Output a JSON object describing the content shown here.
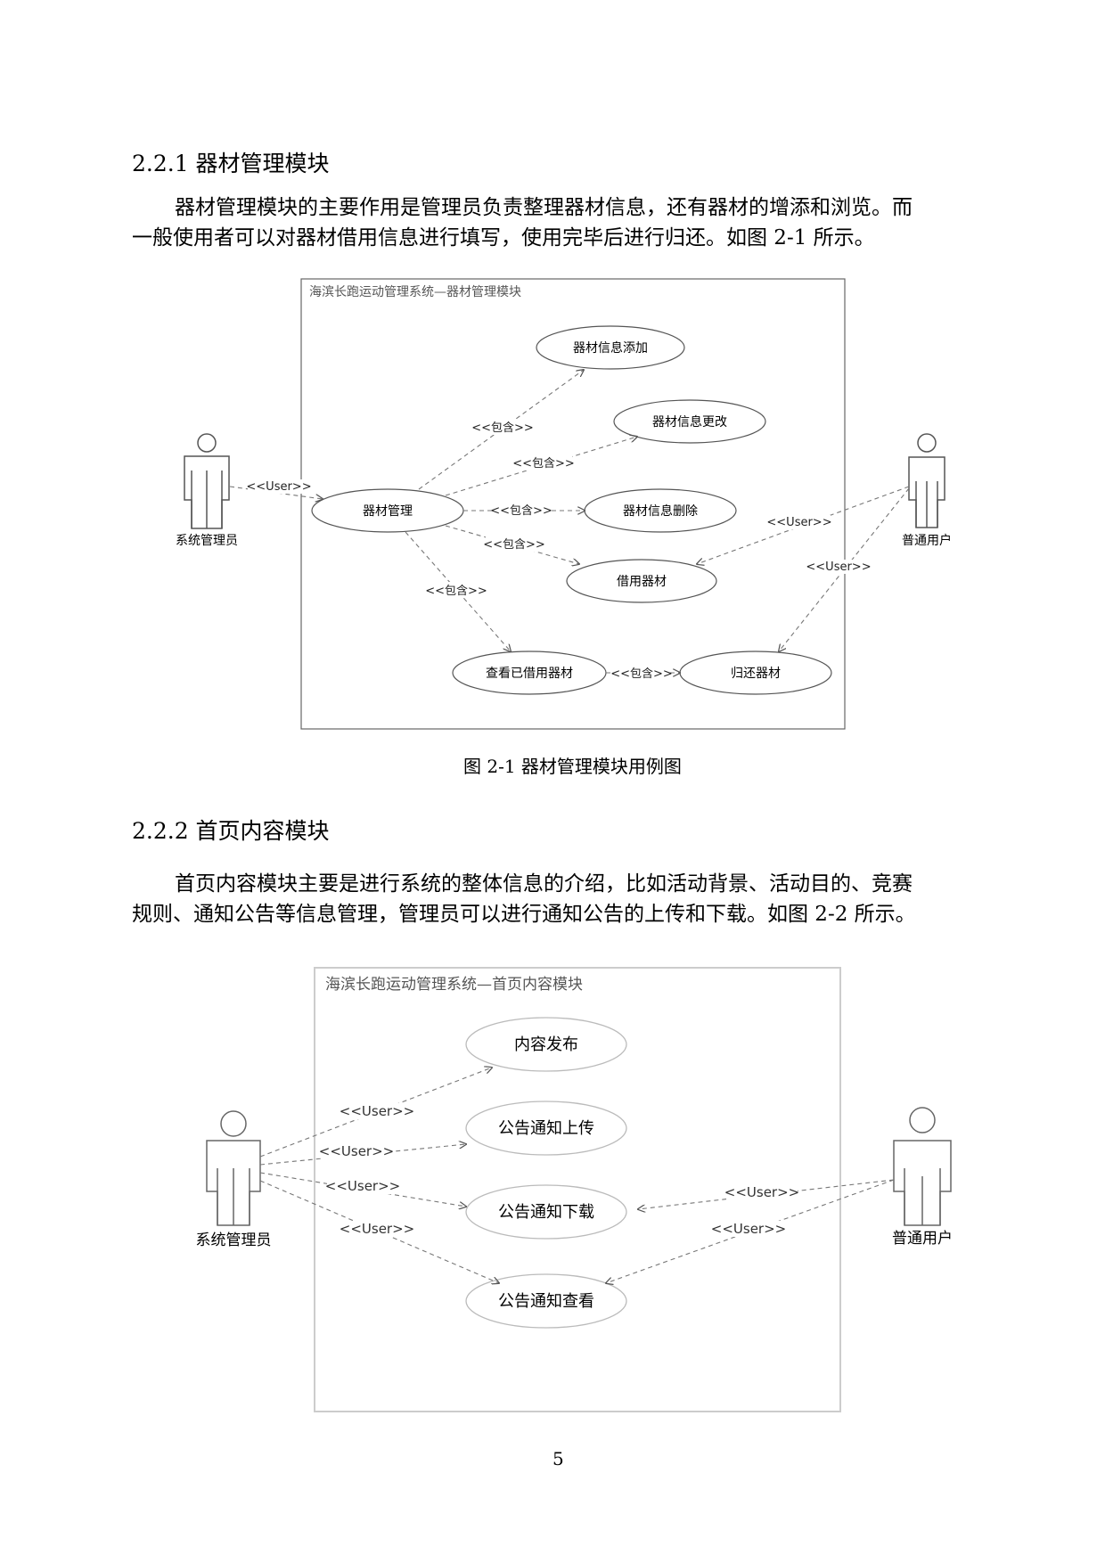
{
  "section1": {
    "heading": "2.2.1  器材管理模块",
    "para_line1": "器材管理模块的主要作用是管理员负责整理器材信息，还有器材的增添和浏览。而",
    "para_line2": "一般使用者可以对器材借用信息进行填写，使用完毕后进行归还。如图 2-1 所示。",
    "figure": {
      "system_title": "海滨长跑运动管理系统—器材管理模块",
      "caption": "图 2-1  器材管理模块用例图",
      "actors": [
        {
          "id": "admin",
          "label": "系统管理员"
        },
        {
          "id": "user",
          "label": "普通用户"
        }
      ],
      "use_cases": [
        {
          "id": "add",
          "label": "器材信息添加"
        },
        {
          "id": "modify",
          "label": "器材信息更改"
        },
        {
          "id": "manage",
          "label": "器材管理"
        },
        {
          "id": "delete",
          "label": "器材信息删除"
        },
        {
          "id": "borrow",
          "label": "借用器材"
        },
        {
          "id": "view_borrowed",
          "label": "查看已借用器材"
        },
        {
          "id": "return",
          "label": "归还器材"
        }
      ],
      "relations": [
        {
          "from": "admin",
          "to": "manage",
          "label": "<<User>>"
        },
        {
          "from": "manage",
          "to": "add",
          "label": "<<包含>>"
        },
        {
          "from": "manage",
          "to": "modify",
          "label": "<<包含>>"
        },
        {
          "from": "manage",
          "to": "delete",
          "label": "<<包含>>"
        },
        {
          "from": "manage",
          "to": "borrow",
          "label": "<<包含>>"
        },
        {
          "from": "manage",
          "to": "view_borrowed",
          "label": "<<包含>>"
        },
        {
          "from": "view_borrowed",
          "to": "return",
          "label": "<<包含>>"
        },
        {
          "from": "user",
          "to": "borrow",
          "label": "<<User>>"
        },
        {
          "from": "user",
          "to": "return",
          "label": "<<User>>"
        }
      ]
    }
  },
  "section2": {
    "heading": "2.2.2  首页内容模块",
    "para_line1": "首页内容模块主要是进行系统的整体信息的介绍，比如活动背景、活动目的、竞赛",
    "para_line2": "规则、通知公告等信息管理，管理员可以进行通知公告的上传和下载。如图 2-2 所示。",
    "figure": {
      "system_title": "海滨长跑运动管理系统—首页内容模块",
      "actors": [
        {
          "id": "admin",
          "label": "系统管理员"
        },
        {
          "id": "user",
          "label": "普通用户"
        }
      ],
      "use_cases": [
        {
          "id": "publish",
          "label": "内容发布"
        },
        {
          "id": "upload",
          "label": "公告通知上传"
        },
        {
          "id": "download",
          "label": "公告通知下载"
        },
        {
          "id": "view",
          "label": "公告通知查看"
        }
      ],
      "relations": [
        {
          "from": "admin",
          "to": "publish",
          "label": "<<User>>"
        },
        {
          "from": "admin",
          "to": "upload",
          "label": "<<User>>"
        },
        {
          "from": "admin",
          "to": "download",
          "label": "<<User>>"
        },
        {
          "from": "admin",
          "to": "view",
          "label": "<<User>>"
        },
        {
          "from": "user",
          "to": "download",
          "label": "<<User>>"
        },
        {
          "from": "user",
          "to": "view",
          "label": "<<User>>"
        }
      ]
    }
  },
  "page_number": "5"
}
